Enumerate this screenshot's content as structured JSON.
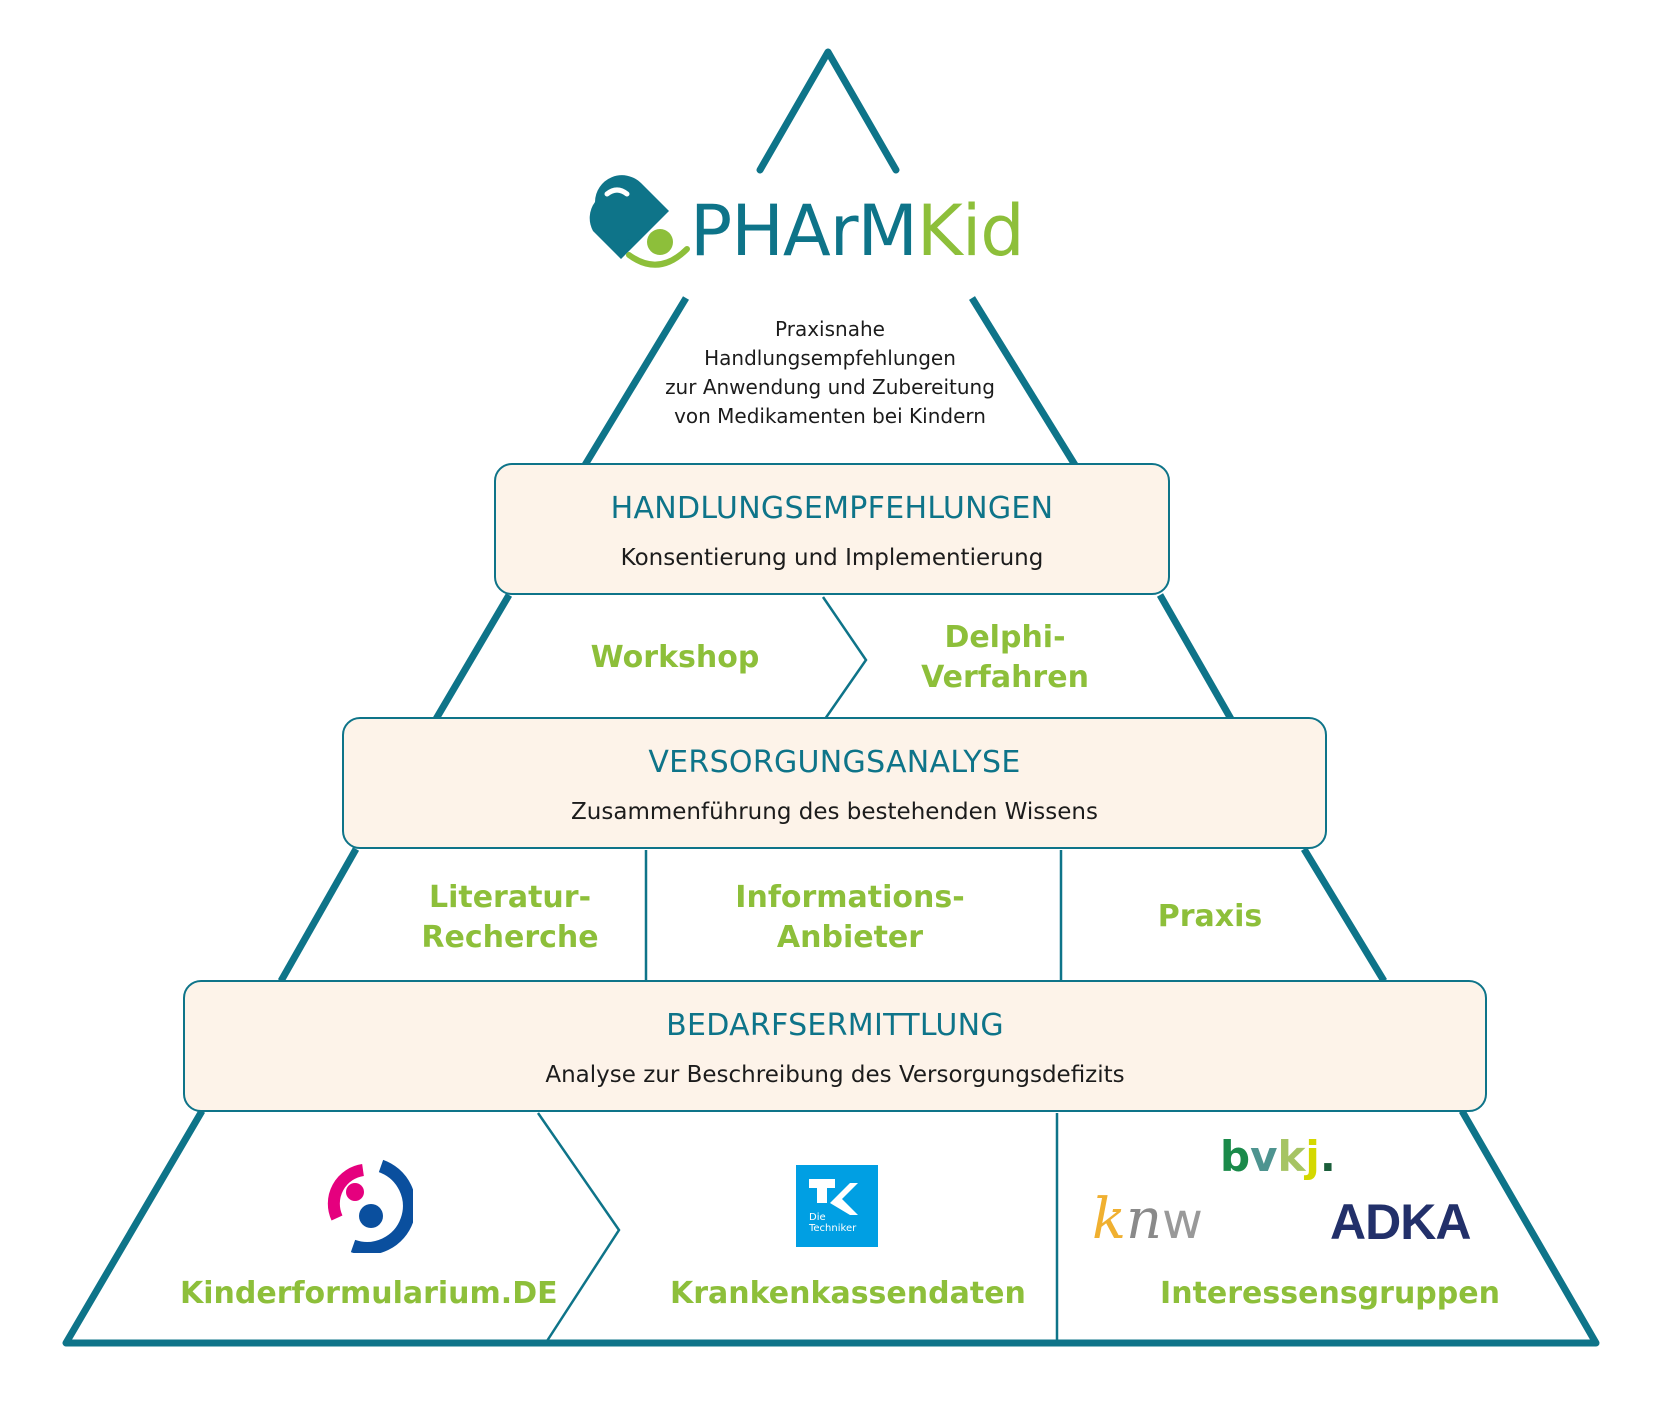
{
  "logo": {
    "brand_part1": "PHArM",
    "brand_part2": "Kid",
    "icon": "pill-child-icon"
  },
  "intro_lines": [
    "Praxisnahe",
    "Handlungsempfehlungen",
    "zur Anwendung und Zubereitung",
    "von Medikamenten bei Kindern"
  ],
  "levels": [
    {
      "title": "HANDLUNGSEMPFEHLUNGEN",
      "subtitle": "Konsentierung und Implementierung"
    },
    {
      "title": "VERSORGUNGSANALYSE",
      "subtitle": "Zusammenführung des bestehenden Wissens"
    },
    {
      "title": "BEDARFSERMITTLUNG",
      "subtitle": "Analyse zur Beschreibung des Versorgungsdefizits"
    }
  ],
  "methods_top": [
    {
      "line1": "Workshop",
      "line2": ""
    },
    {
      "line1": "Delphi-",
      "line2": "Verfahren"
    }
  ],
  "methods_middle": [
    {
      "line1": "Literatur-",
      "line2": "Recherche"
    },
    {
      "line1": "Informations-",
      "line2": "Anbieter"
    },
    {
      "line1": "Praxis",
      "line2": ""
    }
  ],
  "sources_bottom": [
    {
      "label": "Kinderformularium.DE",
      "logo": "kinderformularium-logo"
    },
    {
      "label": "Krankenkassendaten",
      "logo": "tk-logo",
      "logo_text": [
        "Die",
        "Techniker"
      ]
    },
    {
      "label": "Interessensgruppen",
      "logos": [
        "bvkj-logo",
        "knw-logo",
        "adka-logo"
      ],
      "logo_texts": {
        "bvkj": "bvkj.",
        "knw": "knw",
        "adka": "ADKA"
      }
    }
  ],
  "colors": {
    "teal": "#0e7489",
    "green": "#8dbf3a",
    "box_fill": "#fdf3e9",
    "tk_blue": "#009fe3",
    "adka_navy": "#22306a"
  }
}
